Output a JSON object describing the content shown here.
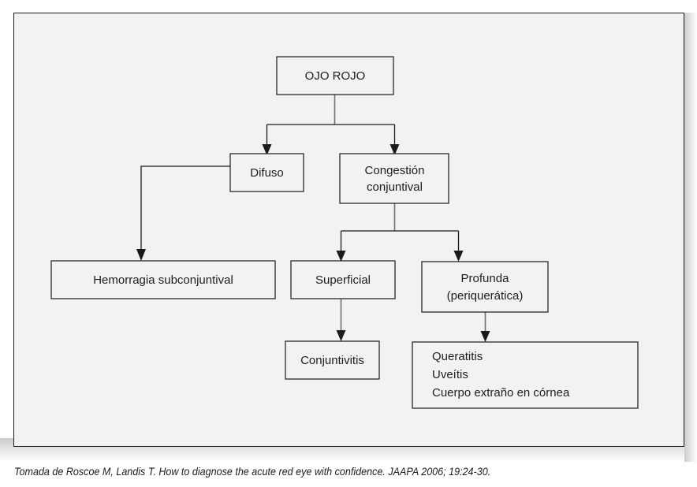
{
  "figure": {
    "title_text": "OJO ROJO",
    "background_color": "#f2f2f2",
    "frame_border_color": "#1a1a1a",
    "connector_color": "#6e7073",
    "text_color": "#1d1d1d"
  },
  "nodes": {
    "root": {
      "label": "OJO ROJO"
    },
    "difuso": {
      "label": "Difuso"
    },
    "congestion": {
      "line1": "Congestión",
      "line2": "conjuntival"
    },
    "hemorragia": {
      "label": "Hemorragia subconjuntival"
    },
    "superficial": {
      "label": "Superficial"
    },
    "profunda": {
      "line1": "Profunda",
      "line2": "(periquerática)"
    },
    "conjuntivitis": {
      "label": "Conjuntivitis"
    },
    "profunda_list": {
      "item1": "Queratitis",
      "item2": "Uveítis",
      "item3": "Cuerpo extraño en córnea"
    }
  },
  "caption": {
    "text": "Tomada de Roscoe M, Landis T. How to diagnose the acute red eye with confidence. JAAPA 2006; 19:24-30."
  }
}
